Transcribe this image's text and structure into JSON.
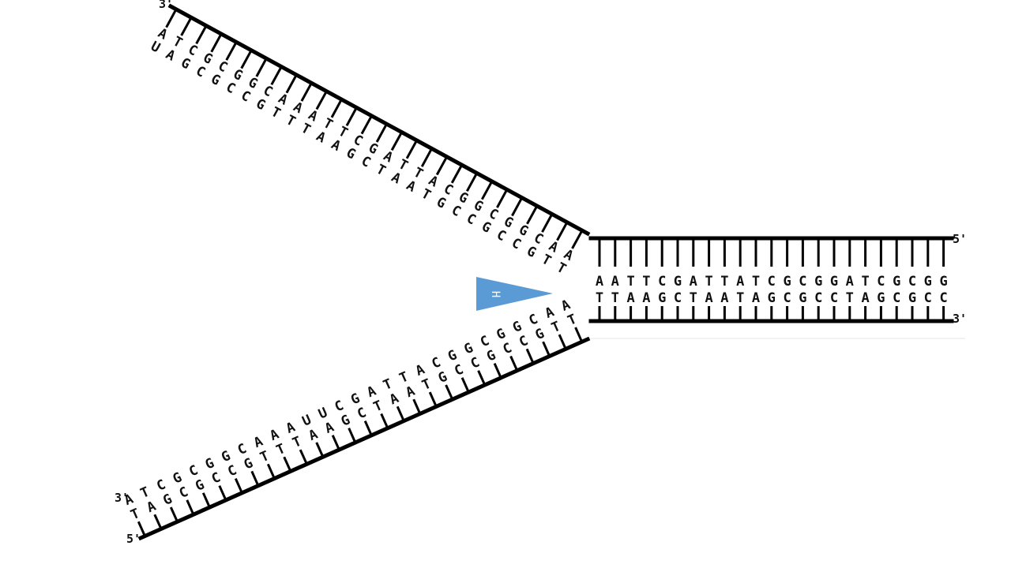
{
  "colors": {
    "base": "#111111",
    "highlight": "#e0202a",
    "backbone": "#000000",
    "helicase": "#5b9bd5"
  },
  "right_duplex": {
    "top_end_label": "5'",
    "bottom_end_label": "3'",
    "top_bases": [
      "A",
      "A",
      "T",
      "T",
      "C",
      "G",
      "A",
      "T",
      "T",
      "A",
      "T",
      "C",
      "G",
      "C",
      "G",
      "G",
      "A",
      "T",
      "C",
      "G",
      "C",
      "G",
      "G"
    ],
    "bottom_bases": [
      "T",
      "T",
      "A",
      "A",
      "G",
      "C",
      "T",
      "A",
      "A",
      "T",
      "A",
      "G",
      "C",
      "G",
      "C",
      "C",
      "T",
      "A",
      "G",
      "C",
      "G",
      "C",
      "C"
    ]
  },
  "upper_arm": {
    "end_label": "3'",
    "template_bases": [
      "A",
      "T",
      "C",
      "G",
      "C",
      "G",
      "G",
      "C",
      "A",
      "A",
      "A",
      "T",
      "T",
      "C",
      "G",
      "A",
      "T",
      "T",
      "A",
      "C",
      "G",
      "G",
      "C",
      "G",
      "G",
      "C",
      "A",
      "A"
    ],
    "new_strand": [
      {
        "b": "U",
        "red": true
      },
      {
        "b": "A",
        "red": true
      },
      {
        "b": "G",
        "red": true
      },
      {
        "b": "C",
        "red": true
      },
      {
        "b": "G"
      },
      {
        "b": "C"
      },
      {
        "b": "C"
      },
      {
        "b": "G"
      },
      {
        "b": "T"
      },
      {
        "b": "T"
      },
      {
        "b": "T"
      },
      {
        "b": "A"
      },
      {
        "b": "A"
      },
      {
        "b": "G"
      },
      {
        "b": "C"
      },
      {
        "b": "T"
      },
      {
        "b": "A"
      },
      {
        "b": "A"
      },
      {
        "b": "T"
      },
      {
        "b": "G"
      },
      {
        "b": "C"
      },
      {
        "b": "C"
      },
      {
        "b": "G"
      },
      {
        "b": "C"
      },
      {
        "b": "C"
      },
      {
        "b": "G"
      },
      {
        "b": "T"
      },
      {
        "b": "T"
      }
    ]
  },
  "lower_arm": {
    "start_label": "3'",
    "end_label": "5'",
    "top_bases": [
      {
        "b": "A"
      },
      {
        "b": "T"
      },
      {
        "b": "C"
      },
      {
        "b": "G"
      },
      {
        "b": "C"
      },
      {
        "b": "G"
      },
      {
        "b": "G"
      },
      {
        "b": "C"
      },
      {
        "b": "A"
      },
      {
        "b": "A"
      },
      {
        "b": "A"
      },
      {
        "b": "U",
        "red": true
      },
      {
        "b": "U",
        "red": true
      },
      {
        "b": "C",
        "red": true
      },
      {
        "b": "G",
        "red": true
      },
      {
        "b": "A"
      },
      {
        "b": "T"
      },
      {
        "b": "T"
      },
      {
        "b": "A"
      },
      {
        "b": "C"
      },
      {
        "b": "G"
      },
      {
        "b": "G"
      },
      {
        "b": "C"
      },
      {
        "b": "G"
      },
      {
        "b": "G",
        "red": true
      },
      {
        "b": "C",
        "red": true
      },
      {
        "b": "A",
        "red": true
      },
      {
        "b": "A",
        "red": true
      }
    ],
    "bottom_bases": [
      "T",
      "A",
      "G",
      "C",
      "G",
      "C",
      "C",
      "G",
      "T",
      "T",
      "T",
      "A",
      "A",
      "G",
      "C",
      "T",
      "A",
      "A",
      "T",
      "G",
      "C",
      "C",
      "G",
      "C",
      "C",
      "G",
      "T",
      "T"
    ]
  },
  "helicase": {
    "label": "H"
  }
}
